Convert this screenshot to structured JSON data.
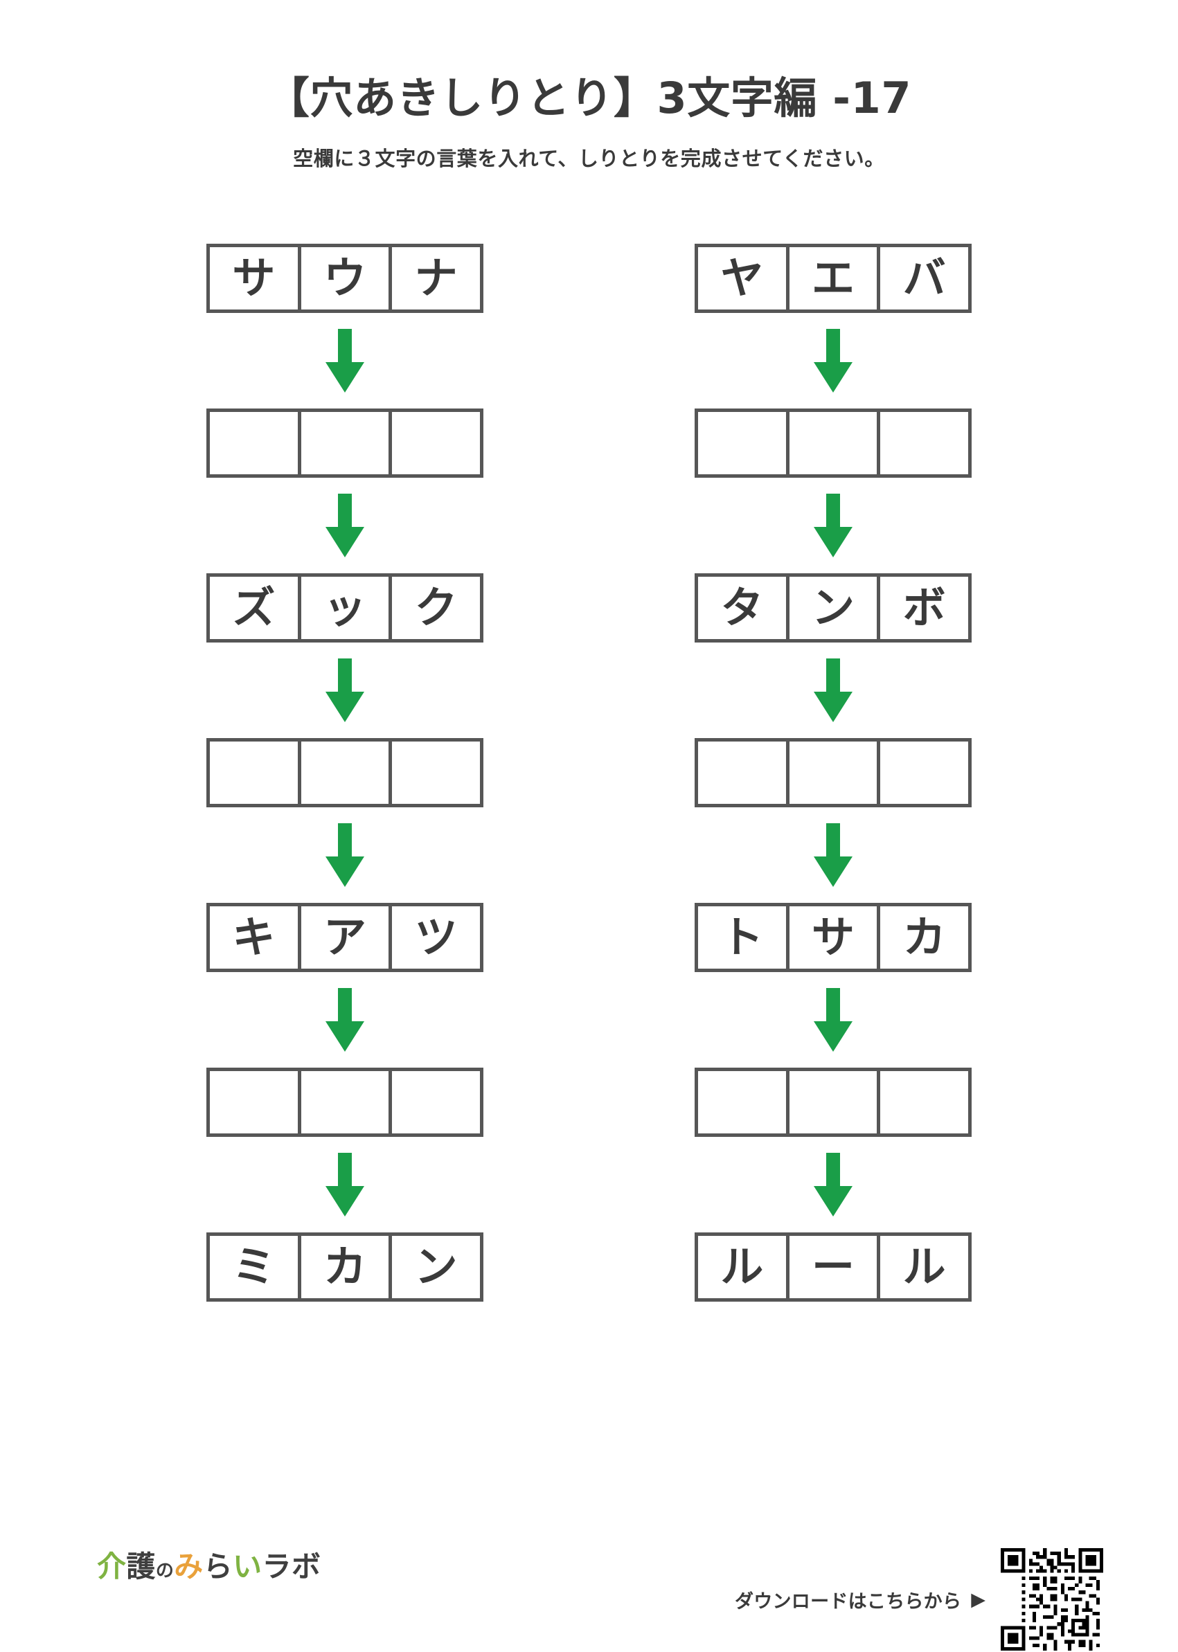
{
  "header": {
    "title": "【穴あきしりとり】3文字編 -17",
    "subtitle": "空欄に３文字の言葉を入れて、しりとりを完成させてください。"
  },
  "colors": {
    "box_border": "#565656",
    "arrow_green": "#1a9e48",
    "text_dark": "#3a3a3a",
    "logo_green": "#7fb342",
    "logo_orange": "#e9a13b"
  },
  "puzzle": {
    "arrow_icon": "down-arrow-icon",
    "columns": [
      {
        "id": "left",
        "rows": [
          {
            "filled": true,
            "cells": [
              "サ",
              "ウ",
              "ナ"
            ]
          },
          {
            "filled": false,
            "cells": [
              "",
              "",
              ""
            ]
          },
          {
            "filled": true,
            "cells": [
              "ズ",
              "ッ",
              "ク"
            ]
          },
          {
            "filled": false,
            "cells": [
              "",
              "",
              ""
            ]
          },
          {
            "filled": true,
            "cells": [
              "キ",
              "ア",
              "ツ"
            ]
          },
          {
            "filled": false,
            "cells": [
              "",
              "",
              ""
            ]
          },
          {
            "filled": true,
            "cells": [
              "ミ",
              "カ",
              "ン"
            ]
          }
        ]
      },
      {
        "id": "right",
        "rows": [
          {
            "filled": true,
            "cells": [
              "ヤ",
              "エ",
              "バ"
            ]
          },
          {
            "filled": false,
            "cells": [
              "",
              "",
              ""
            ]
          },
          {
            "filled": true,
            "cells": [
              "タ",
              "ン",
              "ボ"
            ]
          },
          {
            "filled": false,
            "cells": [
              "",
              "",
              ""
            ]
          },
          {
            "filled": true,
            "cells": [
              "ト",
              "サ",
              "カ"
            ]
          },
          {
            "filled": false,
            "cells": [
              "",
              "",
              ""
            ]
          },
          {
            "filled": true,
            "cells": [
              "ル",
              "ー",
              "ル"
            ]
          }
        ]
      }
    ]
  },
  "footer": {
    "logo": {
      "parts": [
        {
          "text": "介",
          "color": "green"
        },
        {
          "text": "護",
          "color": "dark"
        },
        {
          "text": "の",
          "color": "dark",
          "small": true
        },
        {
          "text": "み",
          "color": "orange"
        },
        {
          "text": "ら",
          "color": "dark"
        },
        {
          "text": "い",
          "color": "green"
        },
        {
          "text": "ラ",
          "color": "dark"
        },
        {
          "text": "ボ",
          "color": "dark"
        }
      ],
      "full_text": "介護のみらいラボ"
    },
    "download_label": "ダウンロードはこちらから",
    "caret_icon": "play-triangle-icon",
    "qr_icon": "qr-code-icon"
  }
}
